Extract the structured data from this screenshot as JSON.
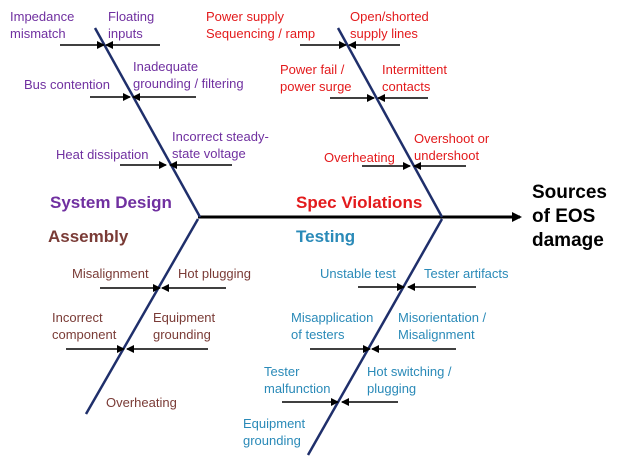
{
  "colors": {
    "bone": "#1f2f6b",
    "spine": "#000000",
    "purple": "#7030a0",
    "red": "#e31a1c",
    "brown": "#7a3b36",
    "teal": "#2a8ab8"
  },
  "effect": {
    "line1": "Sources",
    "line2": "of EOS",
    "line3": "damage"
  },
  "categories": {
    "system_design": "System Design",
    "spec_violations": "Spec Violations",
    "assembly": "Assembly",
    "testing": "Testing"
  },
  "causes": {
    "system_design": [
      {
        "l1": "Impedance",
        "l2": "mismatch"
      },
      {
        "l1": "Floating",
        "l2": "inputs"
      },
      {
        "l1": "Bus contention",
        "l2": ""
      },
      {
        "l1": "Inadequate",
        "l2": "grounding / filtering"
      },
      {
        "l1": "Heat dissipation",
        "l2": ""
      },
      {
        "l1": "Incorrect steady-",
        "l2": "state voltage"
      }
    ],
    "spec_violations": [
      {
        "l1": "Power supply",
        "l2": "Sequencing / ramp"
      },
      {
        "l1": "Open/shorted",
        "l2": "supply lines"
      },
      {
        "l1": "Power fail /",
        "l2": "power surge"
      },
      {
        "l1": "Intermittent",
        "l2": "contacts"
      },
      {
        "l1": "Overheating",
        "l2": ""
      },
      {
        "l1": "Overshoot or",
        "l2": "undershoot"
      }
    ],
    "assembly": [
      {
        "l1": "Misalignment",
        "l2": ""
      },
      {
        "l1": "Hot plugging",
        "l2": ""
      },
      {
        "l1": "Incorrect",
        "l2": "component"
      },
      {
        "l1": "Equipment",
        "l2": "grounding"
      },
      {
        "l1": "Overheating",
        "l2": ""
      }
    ],
    "testing": [
      {
        "l1": "Unstable test",
        "l2": ""
      },
      {
        "l1": "Tester artifacts",
        "l2": ""
      },
      {
        "l1": "Misapplication",
        "l2": "of testers"
      },
      {
        "l1": "Misorientation /",
        "l2": "Misalignment"
      },
      {
        "l1": "Tester",
        "l2": "malfunction"
      },
      {
        "l1": "Hot switching /",
        "l2": "plugging"
      },
      {
        "l1": "Equipment",
        "l2": "grounding"
      }
    ]
  }
}
